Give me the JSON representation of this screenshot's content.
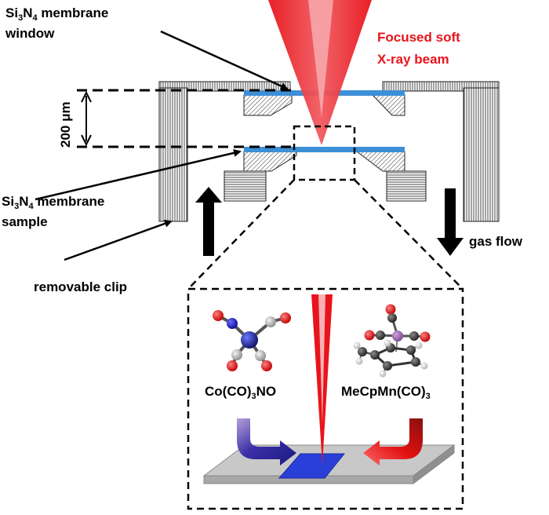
{
  "labels": {
    "window_label_line1_pre": "Si",
    "window_label_sub1": "3",
    "window_label_mid": "N",
    "window_label_sub2": "4",
    "window_label_post": " membrane",
    "window_label_line2": "window",
    "beam_label_line1": "Focused soft",
    "beam_label_line2": "X-ray beam",
    "gap_label": "200 μm",
    "sample_label_line1_pre": "Si",
    "sample_label_sub1": "3",
    "sample_label_mid": "N",
    "sample_label_sub2": "4",
    "sample_label_post": " membrane",
    "sample_label_line2": "sample",
    "clip_label": "removable clip",
    "gas_label": "gas flow",
    "precursor1_pre": "Co(CO)",
    "precursor1_sub": "3",
    "precursor1_post": "NO",
    "precursor2_pre": "MeCpMn(CO)",
    "precursor2_sub": "3"
  },
  "colors": {
    "beam_red": "#e8141b",
    "membrane_blue": "#3d8fd6",
    "deposit_blue": "#2a3fd8",
    "arrow_blue": "#24248f",
    "arrow_red": "#e01010",
    "substrate_gray": "#c8c8c8"
  }
}
